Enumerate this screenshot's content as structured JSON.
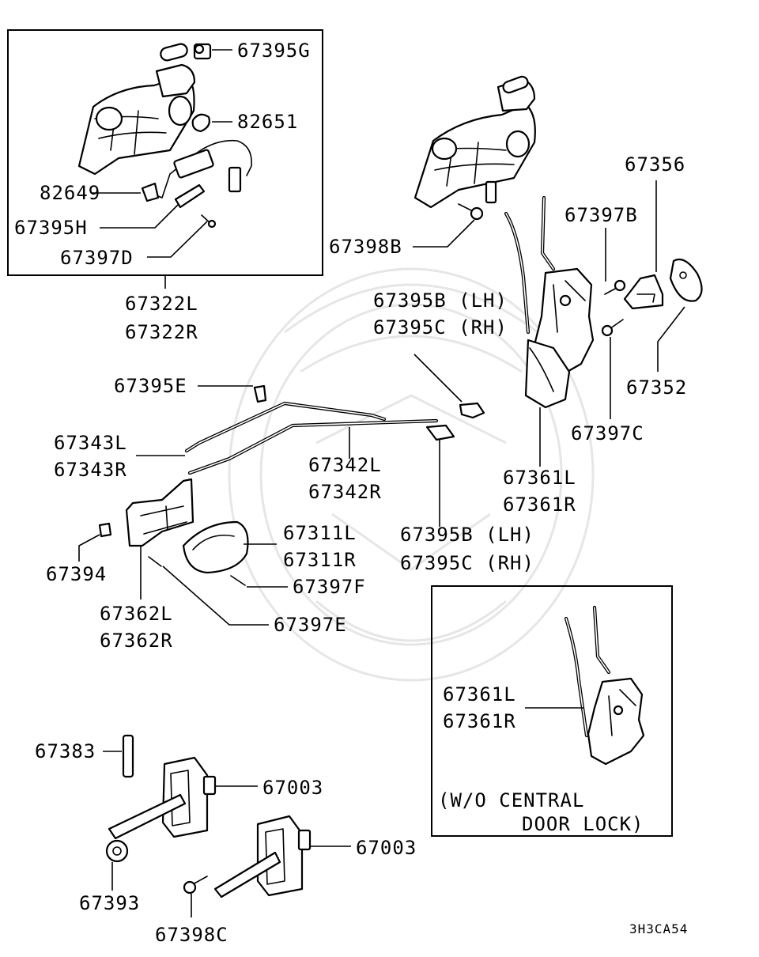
{
  "diagram": {
    "code": "3H3CA54",
    "labels": {
      "p67395G": "67395G",
      "p82651": "82651",
      "p82649": "82649",
      "p67395H": "67395H",
      "p67397D": "67397D",
      "p67322L": "67322L",
      "p67322R": "67322R",
      "p67398B": "67398B",
      "p67356": "67356",
      "p67397B": "67397B",
      "p67395B_1": "67395B (LH)",
      "p67395C_1": "67395C (RH)",
      "p67352": "67352",
      "p67397C": "67397C",
      "p67395E": "67395E",
      "p67343L": "67343L",
      "p67343R": "67343R",
      "p67342L": "67342L",
      "p67342R": "67342R",
      "p67361L": "67361L",
      "p67361R": "67361R",
      "p67311L": "67311L",
      "p67311R": "67311R",
      "p67395B_2": "67395B (LH)",
      "p67395C_2": "67395C (RH)",
      "p67394": "67394",
      "p67397F": "67397F",
      "p67362L": "67362L",
      "p67362R": "67362R",
      "p67397E": "67397E",
      "p67361L_b": "67361L",
      "p67361R_b": "67361R",
      "p67383": "67383",
      "p67003_1": "67003",
      "p67003_2": "67003",
      "p67393": "67393",
      "p67398C": "67398C",
      "note_line1": "(W/O CENTRAL",
      "note_line2": "DOOR LOCK)"
    }
  }
}
